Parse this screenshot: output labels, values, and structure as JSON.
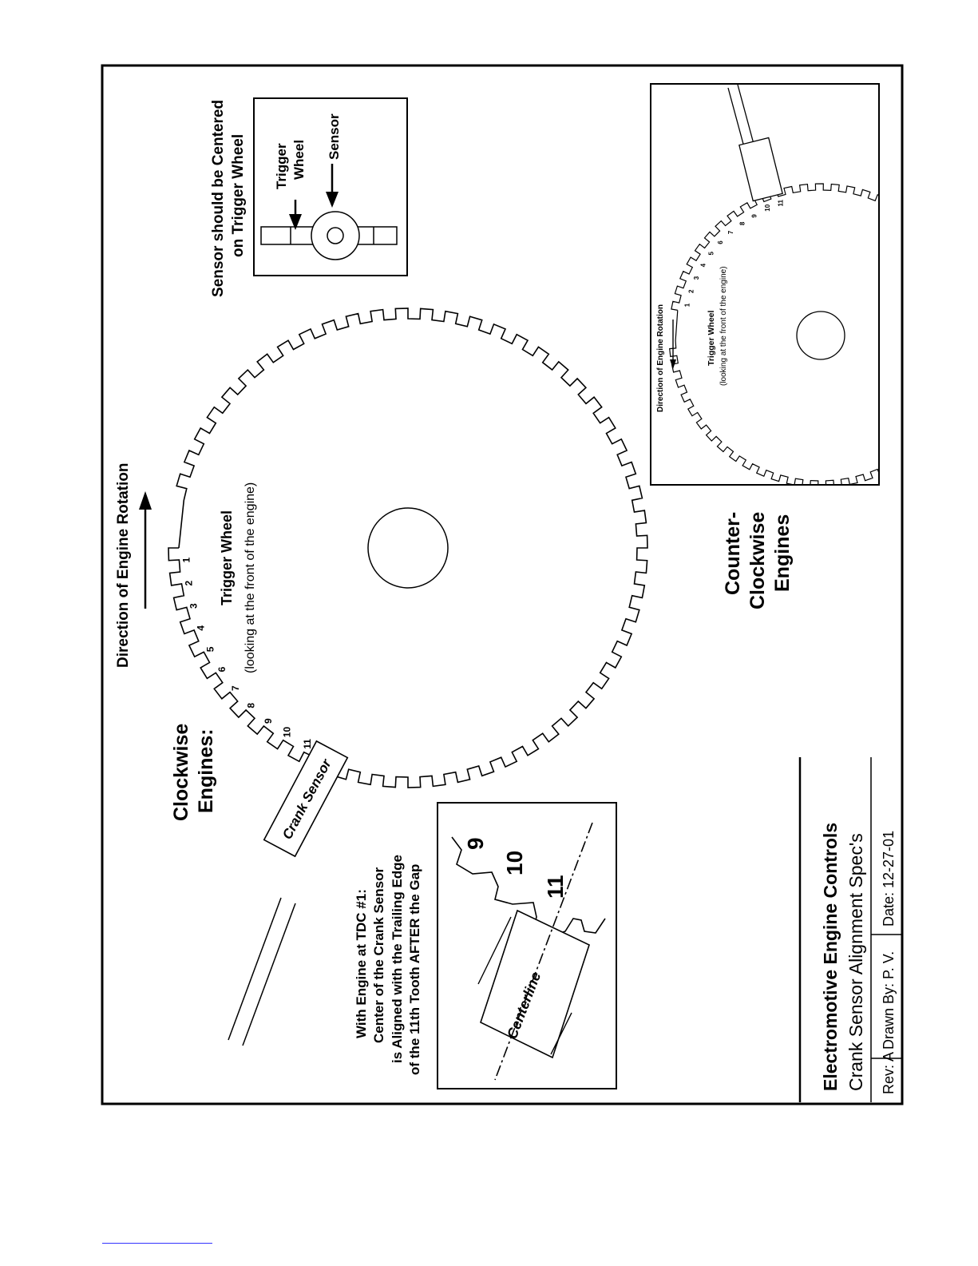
{
  "border": "#000000",
  "clockwise": {
    "heading_line1": "Clockwise",
    "heading_line2": "Engines:",
    "direction_label": "Direction of Engine Rotation",
    "wheel_label": "Trigger Wheel",
    "wheel_sublabel": "(looking at the front of the engine)",
    "crank_sensor_label": "Crank Sensor",
    "tooth_numbers": [
      "1",
      "2",
      "3",
      "4",
      "5",
      "6",
      "7",
      "8",
      "9",
      "10",
      "11"
    ]
  },
  "tdc_note": {
    "line1": "With Engine at TDC #1:",
    "line2": "Center of the Crank Sensor",
    "line3": "is Aligned with the Trailing Edge",
    "line4": "of the 11th Tooth AFTER the Gap"
  },
  "detail_inset": {
    "numbers": [
      "9",
      "10",
      "11"
    ],
    "centerline_label": "Centerline"
  },
  "sensor_centering": {
    "title_line1": "Sensor should be Centered",
    "title_line2": "on Trigger Wheel",
    "trigger_label_line1": "Trigger",
    "trigger_label_line2": "Wheel",
    "sensor_label": "Sensor"
  },
  "counter_clockwise": {
    "heading_line1": "Counter-",
    "heading_line2": "Clockwise",
    "heading_line3": "Engines",
    "direction_label": "Direction of Engine Rotation",
    "wheel_label": "Trigger Wheel",
    "wheel_sublabel": "(looking at the front of the engine)",
    "tooth_numbers": [
      "1",
      "2",
      "3",
      "4",
      "5",
      "6",
      "7",
      "8",
      "9",
      "10",
      "11"
    ]
  },
  "title_block": {
    "company": "Electromotive Engine Controls",
    "title": "Crank Sensor Alignment Spec's",
    "rev": "Rev: A",
    "drawn_by": "Drawn By: P. V.",
    "date": "Date: 12-27-01"
  }
}
